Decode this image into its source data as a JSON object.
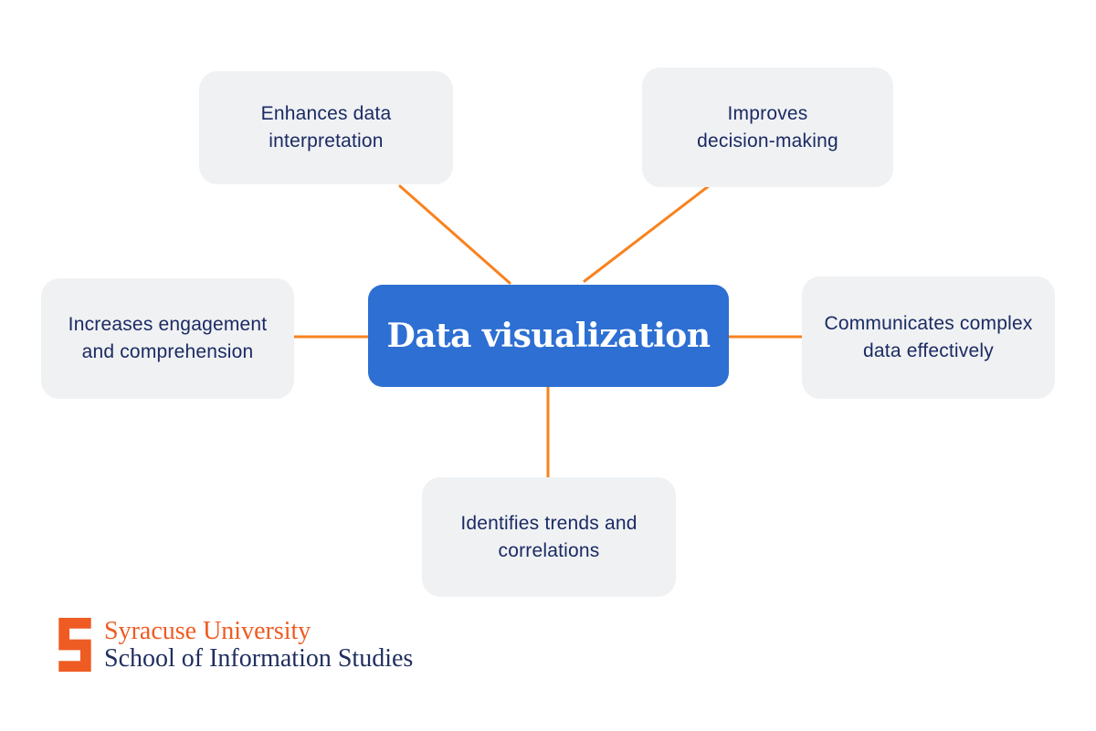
{
  "theme": {
    "background": "#ffffff",
    "connector": "#f8821e",
    "card_bg": "#eff1f3",
    "card_text": "#1b2a63",
    "center_bg": "#2d6fd2",
    "center_text": "#ffffff",
    "logo_orange": "#ee5b23",
    "logo_navy": "#1f2e5e"
  },
  "diagram": {
    "type": "mindmap",
    "center": {
      "label": "Data visualization"
    },
    "nodes": [
      {
        "id": "top-left",
        "line1": "Enhances data",
        "line2": "interpretation"
      },
      {
        "id": "top-right",
        "line1": "Improves",
        "line2": "decision-making"
      },
      {
        "id": "left",
        "line1": "Increases engagement",
        "line2": "and comprehension"
      },
      {
        "id": "right",
        "line1": "Communicates complex",
        "line2": "data effectively"
      },
      {
        "id": "bottom",
        "line1": "Identifies trends and",
        "line2": "correlations"
      }
    ]
  },
  "footer": {
    "logo_icon": "syracuse-block-s",
    "line1": "Syracuse University",
    "line2": "School of Information Studies"
  }
}
